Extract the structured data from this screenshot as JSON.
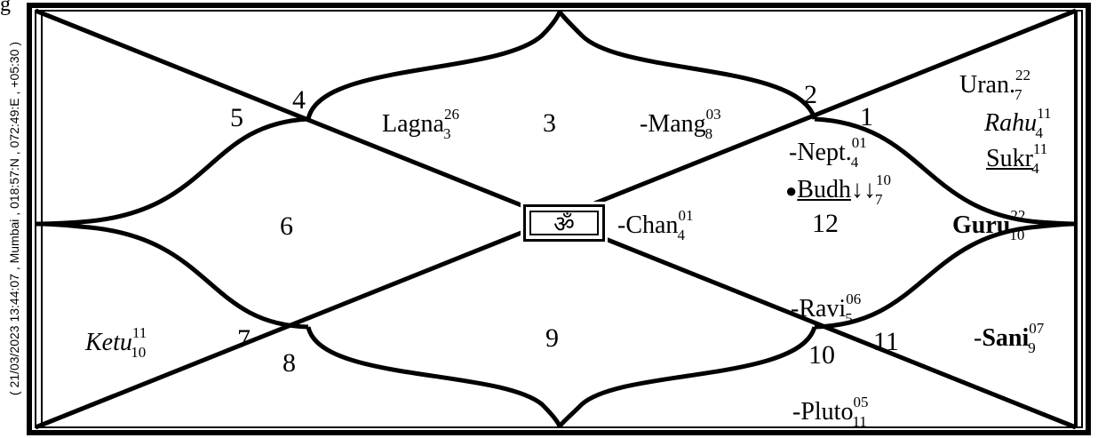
{
  "side_label": "( 21/03/2023 13:44:07 , Mumbai , 018:57:N , 072:49:E , +05:30 )",
  "top_fragment": "g",
  "om_symbol": "ॐ",
  "house_numbers": [
    "1",
    "2",
    "3",
    "4",
    "5",
    "6",
    "7",
    "8",
    "9",
    "10",
    "11",
    "12"
  ],
  "planets": [
    {
      "id": "uran",
      "prefix": "",
      "name": "Uran.",
      "style": "normal",
      "sup": "22",
      "sub": "7"
    },
    {
      "id": "rahu",
      "prefix": "",
      "name": "Rahu",
      "style": "italic",
      "sup": "11",
      "sub": "4"
    },
    {
      "id": "sukr",
      "prefix": "",
      "name": "Sukr",
      "style": "underline",
      "sup": "11",
      "sub": "4"
    },
    {
      "id": "lagna",
      "prefix": "",
      "name": "Lagna",
      "style": "normal",
      "sup": "26",
      "sub": "3"
    },
    {
      "id": "mang",
      "prefix": "-",
      "name": "Mang",
      "style": "normal",
      "sup": "03",
      "sub": "8"
    },
    {
      "id": "nept",
      "prefix": "-",
      "name": "Nept.",
      "style": "normal",
      "sup": "01",
      "sub": "4"
    },
    {
      "id": "budh",
      "prefix": "",
      "name": "Budh",
      "suffix": "↓↓",
      "style": "underline",
      "sup": "10",
      "sub": "7"
    },
    {
      "id": "chan",
      "prefix": "-",
      "name": "Chan",
      "style": "normal",
      "sup": "01",
      "sub": "4"
    },
    {
      "id": "guru",
      "prefix": "",
      "name": "Guru",
      "style": "bold",
      "sup": "22",
      "sub": "10"
    },
    {
      "id": "ravi",
      "prefix": "-",
      "name": "Ravi",
      "style": "normal",
      "sup": "06",
      "sub": "5"
    },
    {
      "id": "sani",
      "prefix": "-",
      "name": "Sani",
      "style": "bold",
      "sup": "07",
      "sub": "9"
    },
    {
      "id": "ketu",
      "prefix": "",
      "name": "Ketu",
      "style": "italic",
      "sup": "11",
      "sub": "10"
    },
    {
      "id": "pluto",
      "prefix": "-",
      "name": "Pluto",
      "style": "normal",
      "sup": "05",
      "sub": "11"
    }
  ]
}
